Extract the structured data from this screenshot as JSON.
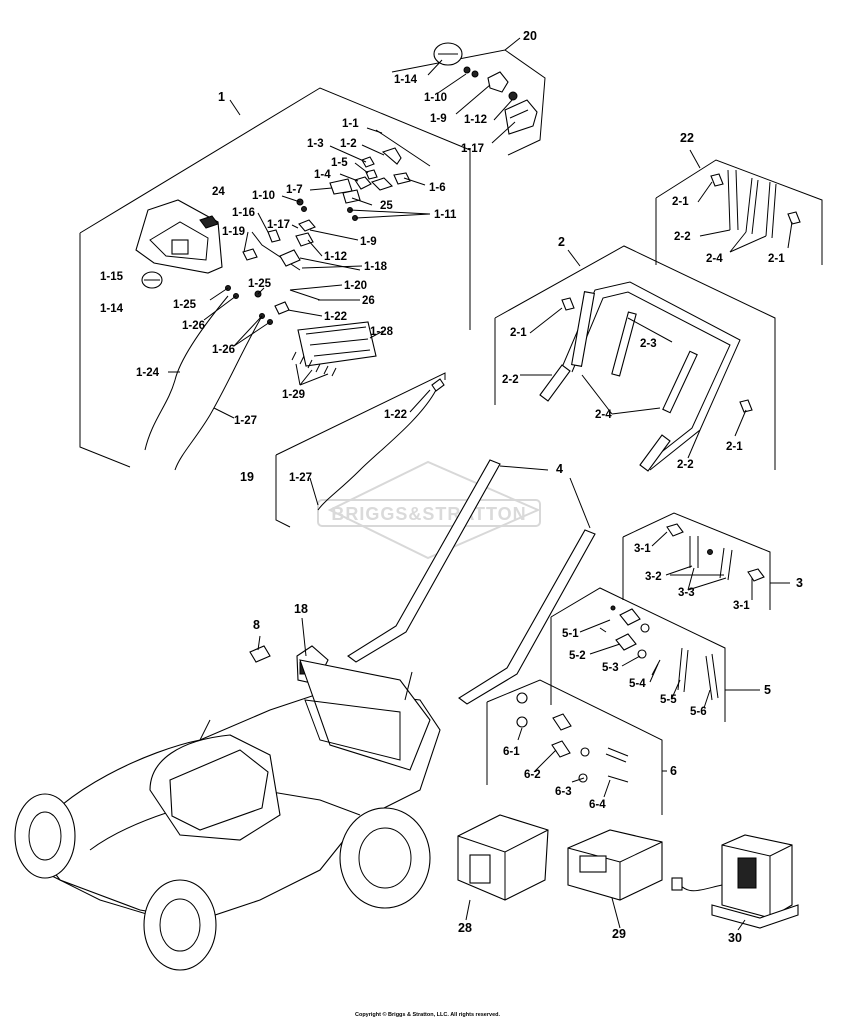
{
  "watermark": "BRIGGS&STRATTON",
  "copyright": "Copyright © Briggs & Stratton, LLC. All rights reserved.",
  "callouts": {
    "c20": "20",
    "c1_14a": "1-14",
    "c1_10a": "1-10",
    "c1_9a": "1-9",
    "c1_12a": "1-12",
    "c1_17a": "1-17",
    "c1": "1",
    "c1_1": "1-1",
    "c1_2": "1-2",
    "c1_3": "1-3",
    "c1_5": "1-5",
    "c1_6": "1-6",
    "c1_4": "1-4",
    "c1_7": "1-7",
    "c25": "25",
    "c1_11": "1-11",
    "c24": "24",
    "c1_10b": "1-10",
    "c1_16": "1-16",
    "c1_17b": "1-17",
    "c1_19": "1-19",
    "c1_9b": "1-9",
    "c1_12b": "1-12",
    "c1_18": "1-18",
    "c1_15": "1-15",
    "c1_14b": "1-14",
    "c1_25a": "1-25",
    "c1_25b": "1-25",
    "c1_20": "1-20",
    "c26": "26",
    "c1_26a": "1-26",
    "c1_22a": "1-22",
    "c1_28": "1-28",
    "c1_26b": "1-26",
    "c1_24": "1-24",
    "c1_29": "1-29",
    "c1_27a": "1-27",
    "c22": "22",
    "c2_1a": "2-1",
    "c2_2a": "2-2",
    "c2_4a": "2-4",
    "c2_1b": "2-1",
    "c2": "2",
    "c2_1c": "2-1",
    "c2_3": "2-3",
    "c2_2b": "2-2",
    "c2_4b": "2-4",
    "c2_1d": "2-1",
    "c2_2c": "2-2",
    "c1_22b": "1-22",
    "c19": "19",
    "c1_27b": "1-27",
    "c4": "4",
    "c3_1a": "3-1",
    "c3_2": "3-2",
    "c3_3": "3-3",
    "c3": "3",
    "c3_1b": "3-1",
    "c5_1": "5-1",
    "c5_2": "5-2",
    "c5_3": "5-3",
    "c5_4": "5-4",
    "c5_5": "5-5",
    "c5_6": "5-6",
    "c5": "5",
    "c8": "8",
    "c18": "18",
    "c6_1": "6-1",
    "c6_2": "6-2",
    "c6_3": "6-3",
    "c6_4": "6-4",
    "c6": "6",
    "c28": "28",
    "c29": "29",
    "c30": "30"
  }
}
